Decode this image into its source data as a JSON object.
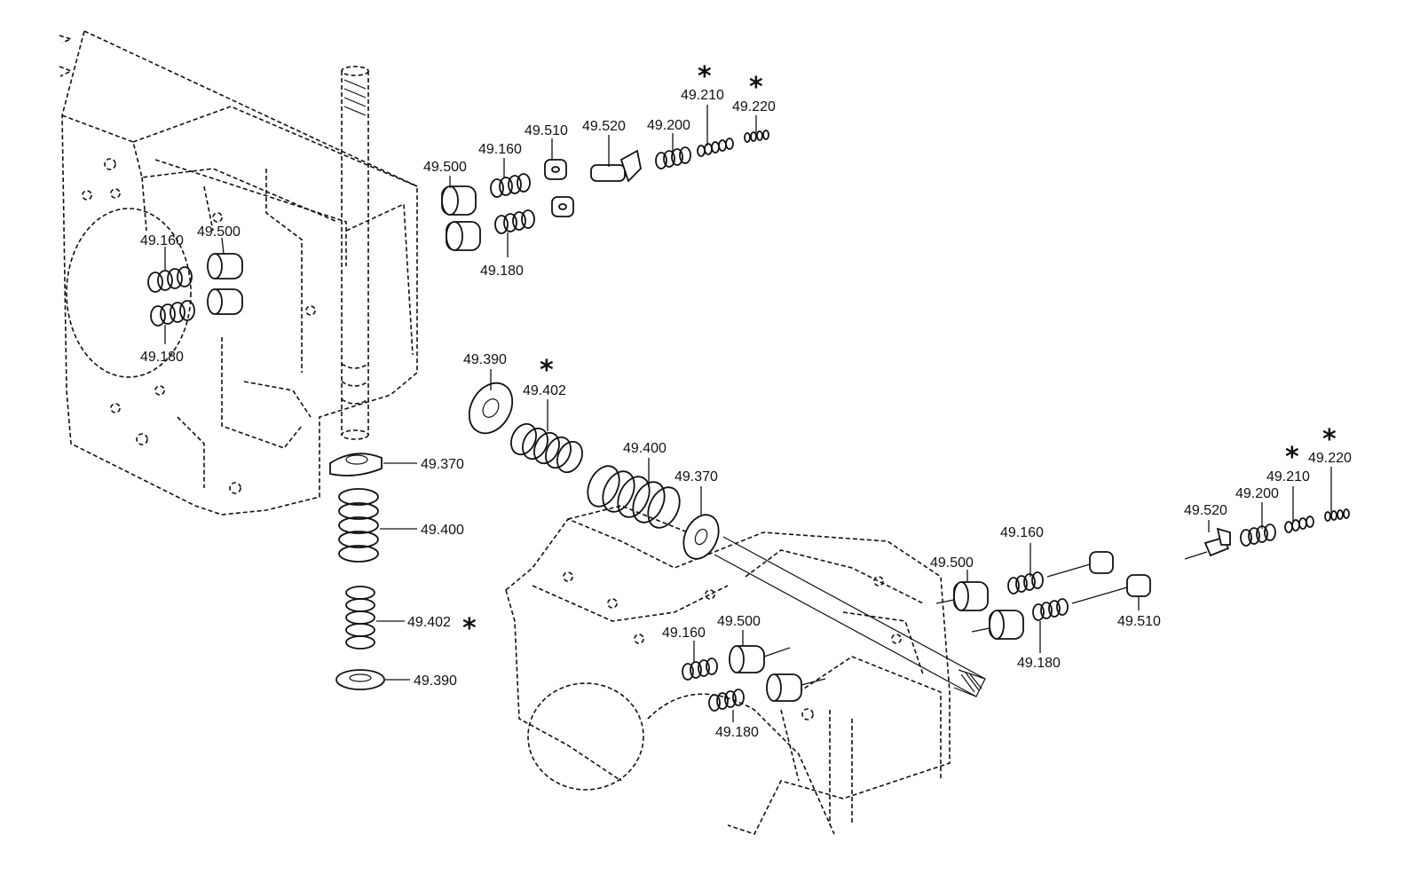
{
  "labels": {
    "l_49160_a": "49.160",
    "l_49500_a": "49.500",
    "l_49180_a": "49.180",
    "l_49500_b": "49.500",
    "l_49160_b": "49.160",
    "l_49510_a": "49.510",
    "l_49520_a": "49.520",
    "l_49200_a": "49.200",
    "l_49210_a": "49.210",
    "l_49220_a": "49.220",
    "l_49180_b": "49.180",
    "l_49390_a": "49.390",
    "l_49402_a": "49.402",
    "l_49370_a": "49.370",
    "l_49400_a": "49.400",
    "l_49402_b": "49.402",
    "l_49390_b": "49.390",
    "l_49400_b": "49.400",
    "l_49370_b": "49.370",
    "l_49500_c": "49.500",
    "l_49160_c": "49.160",
    "l_49180_c": "49.180",
    "l_49510_b": "49.510",
    "l_49520_b": "49.520",
    "l_49200_b": "49.200",
    "l_49210_b": "49.210",
    "l_49220_b": "49.220",
    "l_49160_d": "49.160",
    "l_49500_d": "49.500",
    "l_49180_d": "49.180"
  },
  "marker": "*"
}
